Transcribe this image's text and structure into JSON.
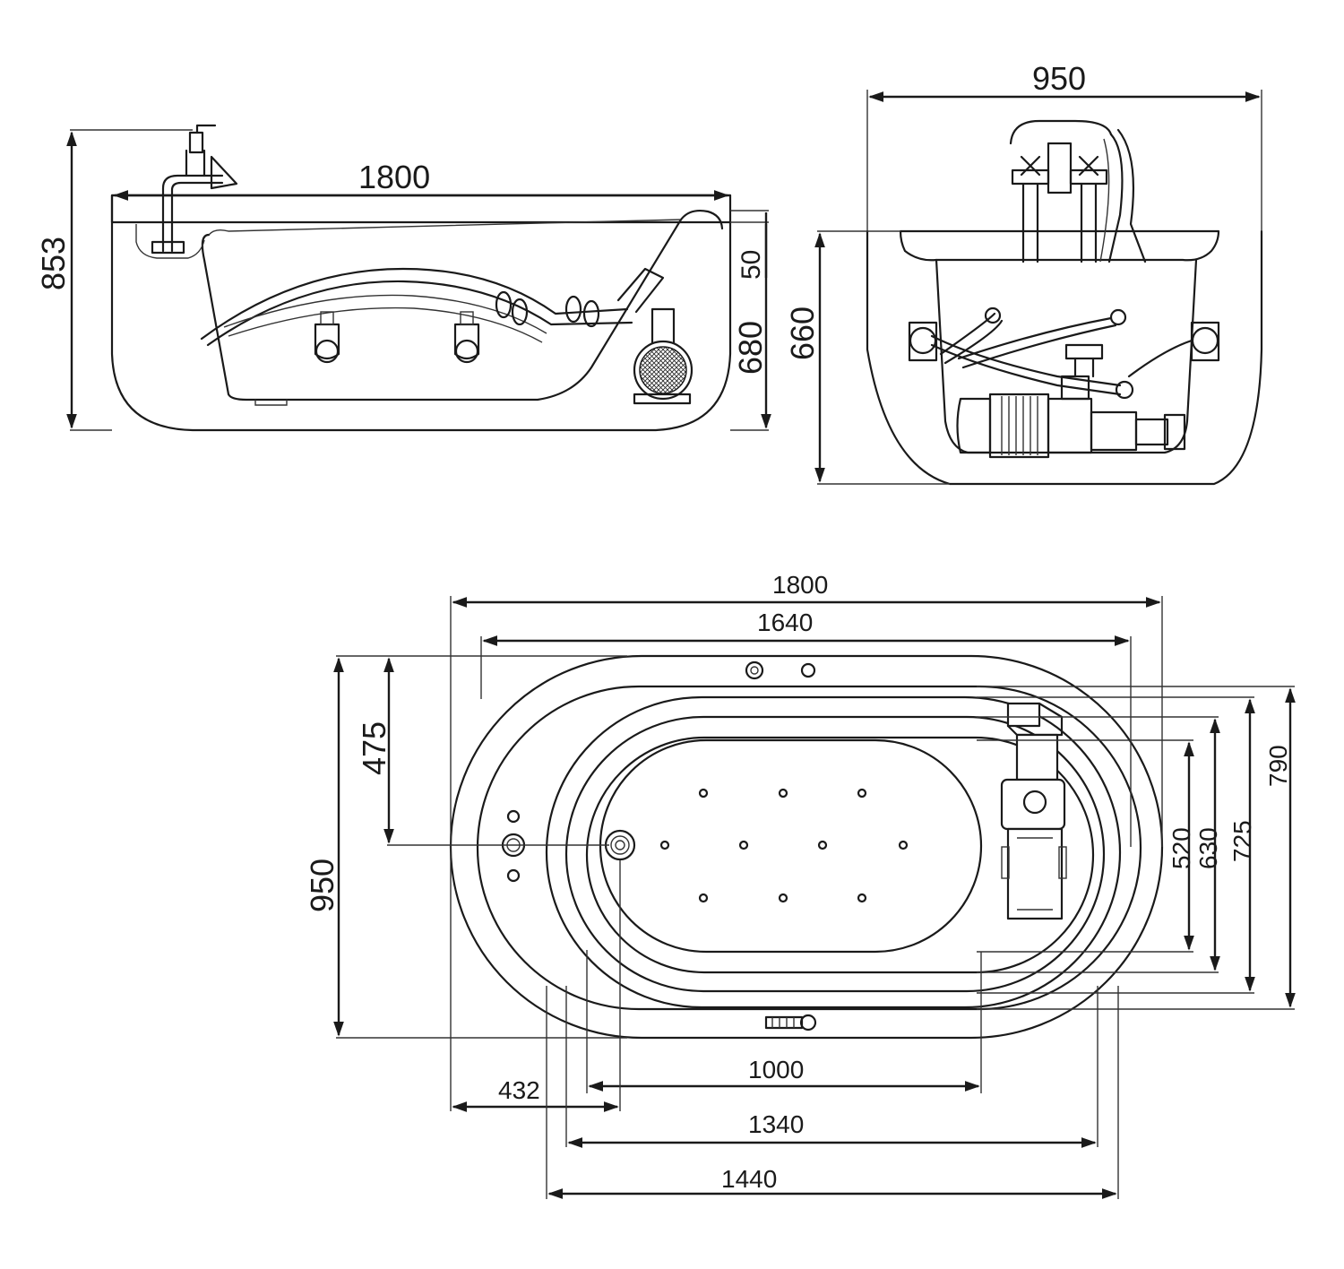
{
  "drawing": {
    "side_view": {
      "length": "1800",
      "total_height": "853",
      "rim": "50",
      "tub_height": "680"
    },
    "end_view": {
      "width": "950",
      "height": "660"
    },
    "top_view": {
      "overall_length": "1800",
      "rim_length": "1640",
      "overall_width": "950",
      "drain_offset": "475",
      "width_790": "790",
      "width_725": "725",
      "width_630": "630",
      "width_520": "520",
      "length_1000": "1000",
      "drain_from_edge": "432",
      "length_1340": "1340",
      "length_1440": "1440"
    },
    "line_color": "#1a1a1a",
    "background": "#ffffff"
  }
}
